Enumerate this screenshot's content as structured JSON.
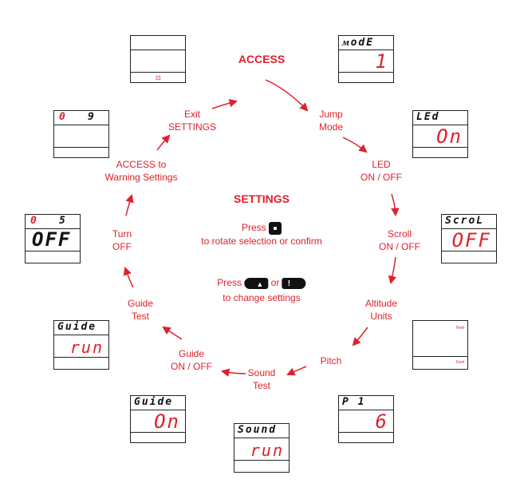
{
  "headers": {
    "access": "ACCESS",
    "settings": "SETTINGS"
  },
  "instructions": {
    "press1": "Press",
    "press1_sub": "to rotate selection or confirm",
    "press2": "Press",
    "or": "or",
    "press2_sub": "to change settings"
  },
  "labels": {
    "jump_mode": "Jump\nMode",
    "led": "LED\nON / OFF",
    "scroll": "Scroll\nON / OFF",
    "altitude": "Altitude\nUnits",
    "pitch": "Pitch",
    "sound_test": "Sound\nTest",
    "guide_onoff": "Guide\nON / OFF",
    "guide_test": "Guide\nTest",
    "turn_off": "Turn\nOFF",
    "access_warning": "ACCESS to\nWarning Settings",
    "exit_settings": "Exit\nSETTINGS"
  },
  "displays": {
    "lock": {
      "icon": "lock-icon"
    },
    "mode": {
      "line1": "ᴍodE",
      "line2": "1"
    },
    "led": {
      "line1": "LEd",
      "line2": "On"
    },
    "scroll": {
      "line1": "ScroL",
      "line2": "OFF"
    },
    "units": {
      "top": "Feet",
      "bottom": "Feet"
    },
    "pitch": {
      "line1": "P 1",
      "line2": "6"
    },
    "sound": {
      "line1": "Sound",
      "line2": "run"
    },
    "guide_on": {
      "line1": "Guide",
      "line2": "On"
    },
    "guide_run": {
      "line1": "Guide",
      "line2": "run"
    },
    "turn_off": {
      "line1a": "0",
      "line1b": "5",
      "line2": "OFF"
    },
    "warning": {
      "line1a": "0",
      "line1b": "9"
    }
  },
  "colors": {
    "accent": "#e0202b",
    "lcd_border": "#222222"
  }
}
